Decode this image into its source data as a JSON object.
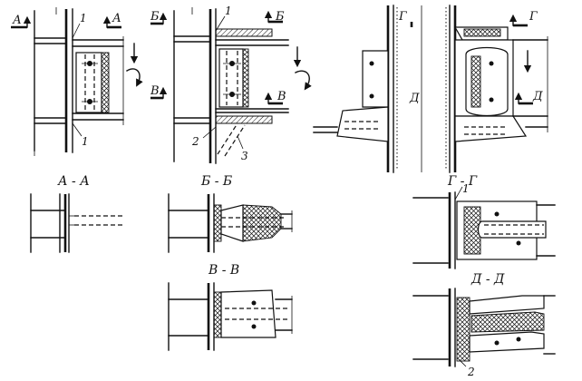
{
  "figure1": {
    "section_mark": "А",
    "label_1_top": "1",
    "label_1_bottom": "1"
  },
  "figure2": {
    "section_b": "Б",
    "section_v": "В",
    "label_1": "1",
    "label_2": "2",
    "label_3": "3"
  },
  "figure3": {
    "section_g": "Г",
    "section_d": "Д"
  },
  "sections": {
    "aa_title": "А - А",
    "bb_title": "Б - Б",
    "vv_title": "В - В",
    "gg_title": "Г - Г",
    "gg_label_1": "1",
    "dd_title": "Д - Д",
    "dd_label_2": "2"
  }
}
